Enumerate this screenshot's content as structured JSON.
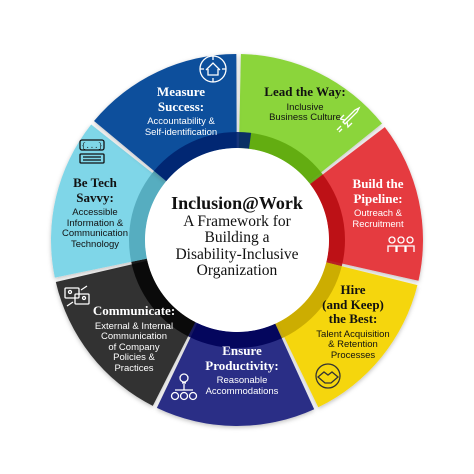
{
  "center": {
    "title": "Inclusion@Work",
    "subtitle": [
      "A Framework for",
      "Building a",
      "Disability-Inclusive",
      "Organization"
    ]
  },
  "segments": [
    {
      "id": "lead",
      "color": "#8bd53a",
      "title": [
        "Lead the Way:"
      ],
      "sub": [
        "Inclusive",
        "Business Culture"
      ],
      "icon": "rocket-icon"
    },
    {
      "id": "build",
      "color": "#e53a3f",
      "title": [
        "Build the",
        "Pipeline:"
      ],
      "sub": [
        "Outreach &",
        "Recruitment"
      ],
      "icon": "people-group-icon"
    },
    {
      "id": "hire",
      "color": "#f5d60f",
      "title": [
        "Hire",
        "(and Keep)",
        "the Best:"
      ],
      "sub": [
        "Talent Acquisition",
        "& Retention",
        "Processes"
      ],
      "icon": "handshake-icon"
    },
    {
      "id": "ensure",
      "color": "#2b2f86",
      "title": [
        "Ensure",
        "Productivity:"
      ],
      "sub": [
        "Reasonable",
        "Accommodations"
      ],
      "icon": "lightbulb-gears-icon"
    },
    {
      "id": "communicate",
      "color": "#333333",
      "title": [
        "Communicate:"
      ],
      "sub": [
        "External & Internal",
        "Communication",
        "of Company",
        "Policies &",
        "Practices"
      ],
      "icon": "communication-icon"
    },
    {
      "id": "tech",
      "color": "#7fd6e8",
      "title": [
        "Be Tech",
        "Savvy:"
      ],
      "sub": [
        "Accessible",
        "Information &",
        "Communication",
        "Technology"
      ],
      "icon": "code-keyboard-icon"
    },
    {
      "id": "measure",
      "color": "#0f4f9c",
      "title": [
        "Measure",
        "Success:"
      ],
      "sub": [
        "Accountability &",
        "Self-identification"
      ],
      "icon": "network-house-icon"
    }
  ]
}
